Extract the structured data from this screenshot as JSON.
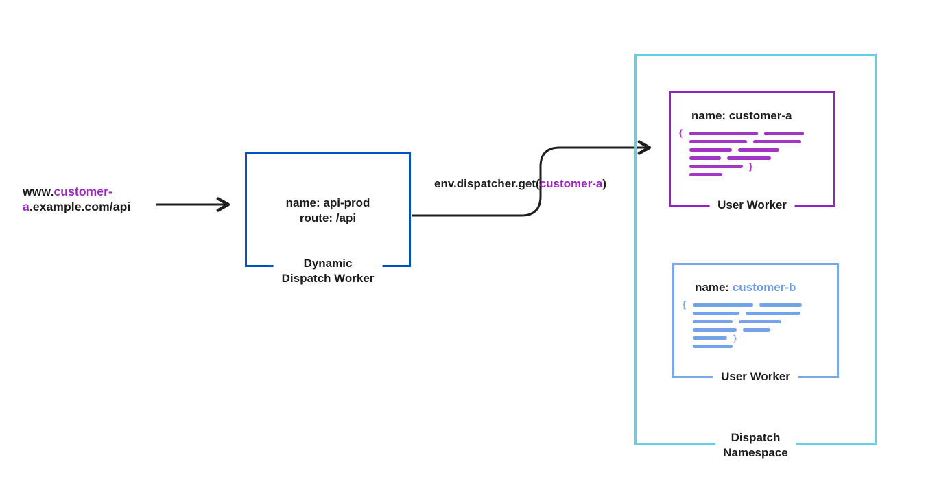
{
  "url": {
    "www": "www.",
    "customer_part1": "customer-",
    "customer_part2": "a",
    "rest": ".example.com/api"
  },
  "dispatch_worker": {
    "line1": "name: api-prod",
    "line2": "route: /api",
    "caption_line1": "Dynamic",
    "caption_line2": "Dispatch Worker"
  },
  "dispatcher_call": {
    "prefix": "env.dispatcher.get(",
    "arg": "customer-a",
    "suffix": ")"
  },
  "namespace": {
    "caption_line1": "Dispatch",
    "caption_line2": "Namespace"
  },
  "worker_a": {
    "name_label": "name: customer-a",
    "caption": "User Worker",
    "brace_open": "{",
    "brace_close": "}"
  },
  "worker_b": {
    "name_prefix": "name: ",
    "name_value": "customer-b",
    "caption": "User Worker",
    "brace_open": "{",
    "brace_close": "}"
  },
  "colors": {
    "purple": "#9b26bc",
    "dispatch_blue": "#0051c3",
    "namespace_cyan": "#5bd3e6",
    "worker_b_blue": "#74a3ea",
    "arrow_black": "#1e1e1e"
  }
}
